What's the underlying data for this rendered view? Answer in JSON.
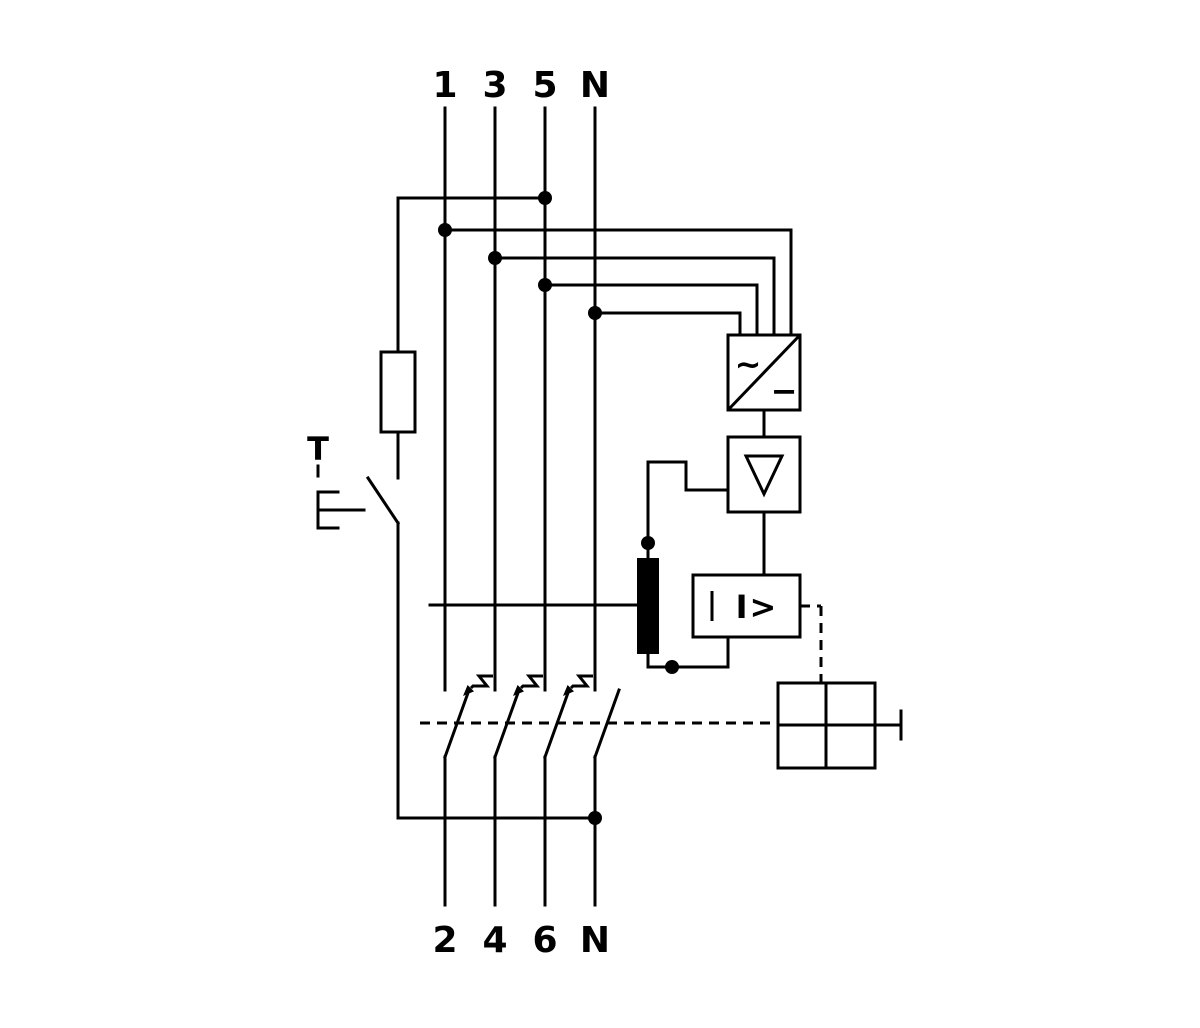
{
  "diagram": {
    "top_terminals": [
      "1",
      "3",
      "5",
      "N"
    ],
    "bottom_terminals": [
      "2",
      "4",
      "6",
      "N"
    ],
    "symbols": {
      "test_button": "T",
      "rectifier_ac": "~",
      "rectifier_dc": "−",
      "overcurrent_release": "I>"
    },
    "colors": {
      "stroke": "#000000",
      "background": "#ffffff"
    }
  }
}
